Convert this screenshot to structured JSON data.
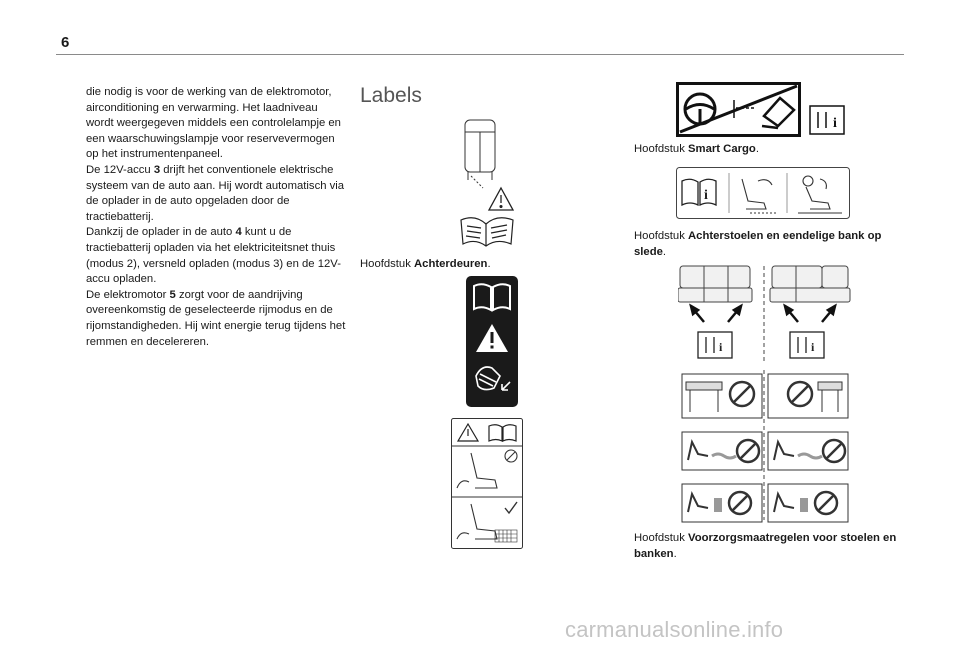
{
  "page": {
    "number": "6"
  },
  "left_column": {
    "paragraphs": [
      [
        {
          "t": "die nodig is voor de werking van de elektromotor, airconditioning en verwarming. Het laadniveau wordt weergegeven middels een controlelampje en een waarschuwingslampje voor reservevermogen op het instrumentenpaneel."
        }
      ],
      [
        {
          "t": "De 12V-accu "
        },
        {
          "t": "3",
          "b": true
        },
        {
          "t": " drijft het conventionele elektrische systeem van de auto aan. Hij wordt automatisch via de oplader in de auto opgeladen door de tractiebatterij."
        }
      ],
      [
        {
          "t": "Dankzij de oplader in de auto "
        },
        {
          "t": "4",
          "b": true
        },
        {
          "t": " kunt u de tractiebatterij opladen via het elektriciteitsnet thuis (modus 2), versneld opladen (modus 3) en de 12V-accu opladen."
        }
      ],
      [
        {
          "t": "De elektromotor "
        },
        {
          "t": "5",
          "b": true
        },
        {
          "t": " zorgt voor de aandrijving overeenkomstig de geselecteerde rijmodus en de rijomstandigheden. Hij wint energie terug tijdens het remmen en decelereren."
        }
      ]
    ]
  },
  "section": {
    "title": "Labels"
  },
  "captions": {
    "achterdeuren": {
      "prefix": "Hoofdstuk ",
      "bold": "Achterdeuren",
      "suffix": "."
    },
    "smart_cargo": {
      "prefix": "Hoofdstuk ",
      "bold": "Smart Cargo",
      "suffix": "."
    },
    "achterstoelen": {
      "prefix": "Hoofdstuk ",
      "bold": "Achterstoelen en eendelige bank op slede",
      "suffix": "."
    },
    "voorzorg": {
      "prefix": "Hoofdstuk ",
      "bold": "Voorzorgsmaatregelen voor stoelen en banken",
      "suffix": "."
    }
  },
  "watermark": "carmanualsonline.info"
}
